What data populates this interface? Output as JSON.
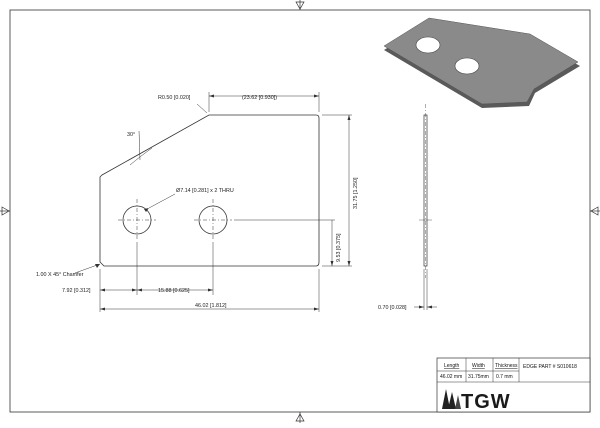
{
  "dimensions": {
    "fillet_radius": "R0.50 [0.020]",
    "top_edge": "(23.62 [0.930])",
    "angle": "30°",
    "hole_callout": "Ø7.14 [0.281] x 2 THRU",
    "height": "31.75 [1.250]",
    "hole_height": "9.53 [0.375]",
    "chamfer": "1.00 X 45° Chamfer",
    "hole_offset": "7.92 [0.312]",
    "hole_spacing": "15.88 [0.625]",
    "overall_length": "46.02 [1.812]",
    "thickness": "0.70 [0.028]"
  },
  "title_block": {
    "length_header": "Length",
    "width_header": "Width",
    "thickness_header": "Thickness",
    "length_value": "46.02 mm",
    "width_value": "31.75mm",
    "thickness_value": "0.7 mm",
    "part_number": "EDGE PART # S010618",
    "logo_text": "TGW"
  },
  "colors": {
    "line": "#333333",
    "plate_top": "#8a8a8a",
    "plate_edge": "#5a5a5a"
  }
}
